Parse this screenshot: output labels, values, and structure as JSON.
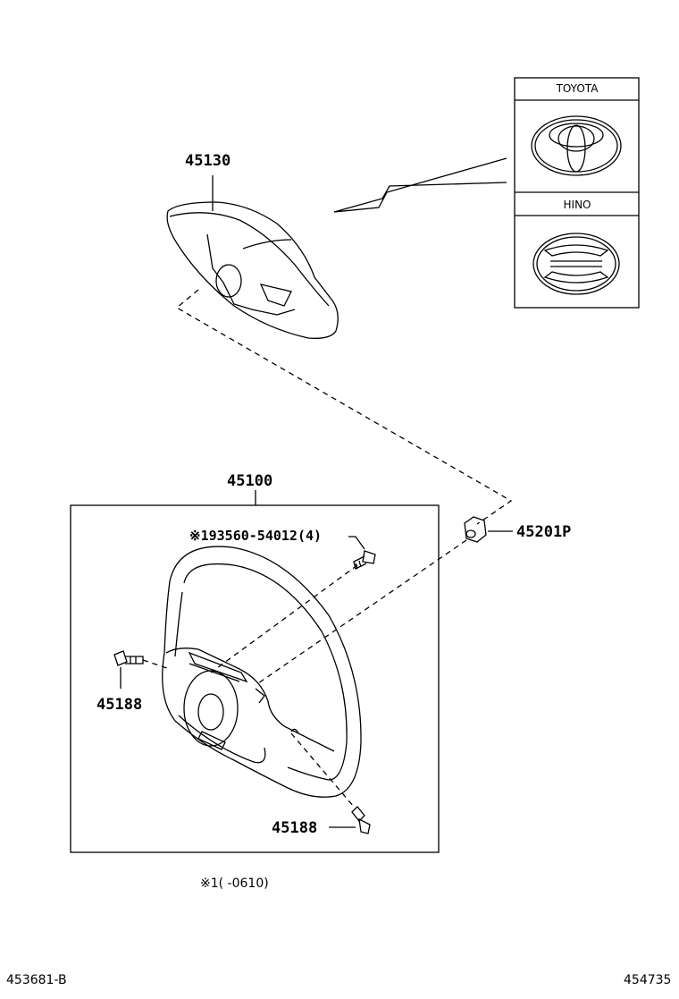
{
  "parts": {
    "airbag_cover": "45130",
    "steering_wheel_assy": "45100",
    "nut": "45201P",
    "bolt_left": "45188",
    "bolt_bottom": "45188",
    "screw_note": "※193560-54012(4)"
  },
  "emblems": {
    "toyota_label": "TOYOTA",
    "hino_label": "HINO"
  },
  "footnote": "※1(      -0610)",
  "footer": {
    "left_code": "453681-B",
    "right_code": "454735"
  }
}
